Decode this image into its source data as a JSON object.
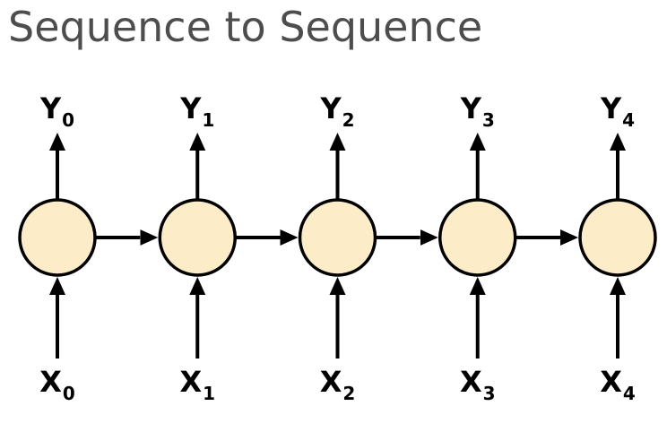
{
  "title": "Sequence to Sequence",
  "colors": {
    "cell_fill": "#fdecc8",
    "stroke": "#000000",
    "title": "#4d4d4d"
  },
  "cells": [
    {
      "input": {
        "letter": "X",
        "sub": "0"
      },
      "output": {
        "letter": "Y",
        "sub": "0"
      }
    },
    {
      "input": {
        "letter": "X",
        "sub": "1"
      },
      "output": {
        "letter": "Y",
        "sub": "1"
      }
    },
    {
      "input": {
        "letter": "X",
        "sub": "2"
      },
      "output": {
        "letter": "Y",
        "sub": "2"
      }
    },
    {
      "input": {
        "letter": "X",
        "sub": "3"
      },
      "output": {
        "letter": "Y",
        "sub": "3"
      }
    },
    {
      "input": {
        "letter": "X",
        "sub": "4"
      },
      "output": {
        "letter": "Y",
        "sub": "4"
      }
    }
  ]
}
